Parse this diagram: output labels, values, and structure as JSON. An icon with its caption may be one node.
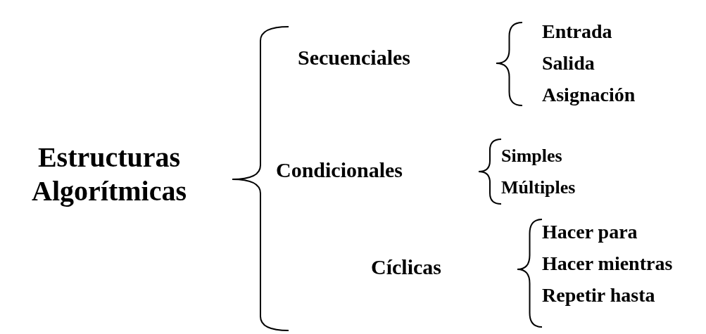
{
  "diagram": {
    "labels": [
      "Estructuras Algorítmicas",
      "Secuenciales",
      "Entrada",
      "Salida",
      "Asignación",
      "Condicionales",
      "Simples",
      "Múltiples",
      "Cíclicas",
      "Hacer para",
      "Hacer mientras",
      "Repetir hasta"
    ]
  }
}
